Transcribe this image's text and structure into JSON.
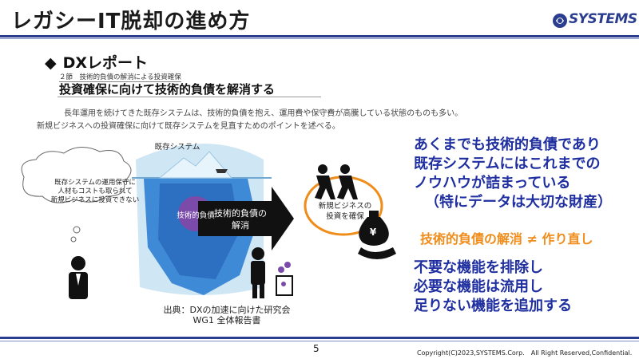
{
  "slide": {
    "title": "レガシーIT脱却の進め方",
    "logo_text": "SYSTEMS",
    "section_title": "DXレポート",
    "section_bullet": "◆",
    "chapter_label": "２節　技術的負債の解消による投資確保",
    "heading": "投資確保に向けて技術的負債を解消する",
    "para_line1": "長年運用を続けてきた既存システムは、技術的負債を抱え、運用費や保守費が高騰している状態のものも多い。",
    "para_line2": "新規ビジネスへの投資確保に向けて既存システムを見直すためのポイントを述べる。"
  },
  "diagram": {
    "iceberg_label": "既存システム",
    "debt_label": "技術的負債",
    "thought_line1": "既存システムの運用保守に",
    "thought_line2": "人材もコストも取られて",
    "thought_line3": "新規ビジネスに投資できない",
    "arrow_line1": "技術的負債の",
    "arrow_line2": "解消",
    "new_biz_line1": "新規ビジネスの",
    "new_biz_line2": "投資を確保",
    "yen_symbol": "¥"
  },
  "source": {
    "line1": "出典：DXの加速に向けた研究会",
    "line2": "WG1 全体報告書"
  },
  "message": {
    "line1": "あくまでも技術的負債であり",
    "line2": "既存システムにはこれまでの",
    "line3": "ノウハウが詰まっている",
    "line4": "（特にデータは大切な財産）",
    "orange_line": "技術的負債の解消 ≠ 作り直し",
    "plan1": "不要な機能を排除し",
    "plan2": "必要な機能は流用し",
    "plan3": "足りない機能を追加する"
  },
  "footer": {
    "page_number": "5",
    "copyright": "Copyright(C)2023,SYSTEMS.Corp.　All Right Reserved,Confidential."
  },
  "colors": {
    "brand_blue": "#2a3d8f",
    "message_blue": "#1f2fa0",
    "orange": "#f08c1a",
    "debt_purple": "#7a4ba8"
  }
}
